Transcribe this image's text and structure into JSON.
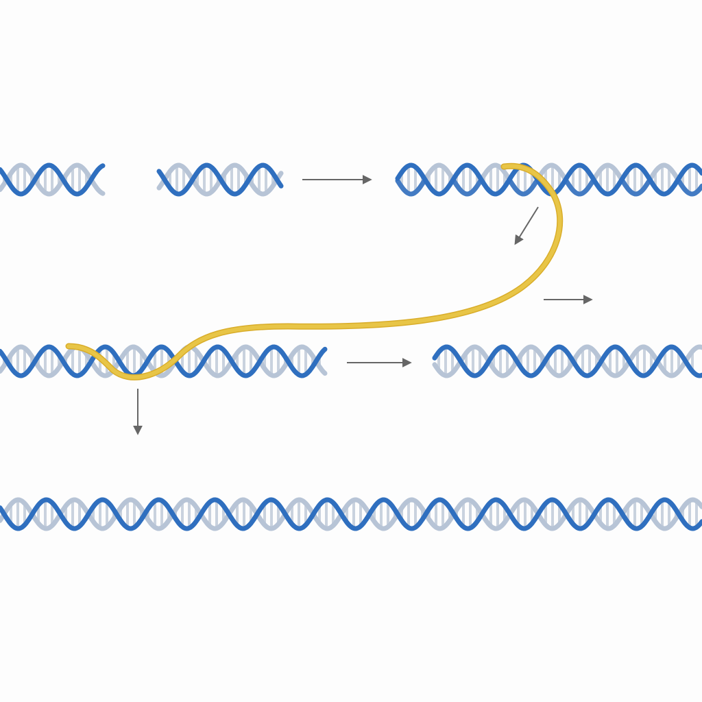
{
  "diagram": {
    "title": "",
    "colors": {
      "strand": "#2f6fbf",
      "strand_light": "#b7c4d6",
      "rung": "#c9d2de",
      "invading_strand": "#e8c547",
      "arrow": "#666666",
      "background": "#fdfdfd"
    },
    "panels": [
      {
        "name": "broken-dna-ends",
        "helices": 2
      },
      {
        "name": "strand-invasion",
        "helices": 1,
        "invading_strand": true
      },
      {
        "name": "template-duplex",
        "helices": 1,
        "invading_strand": true
      },
      {
        "name": "extended-duplex",
        "helices": 1
      },
      {
        "name": "repaired-dna",
        "helices": 1
      }
    ],
    "arrows": [
      "right",
      "right",
      "down-left",
      "right",
      "down"
    ]
  }
}
